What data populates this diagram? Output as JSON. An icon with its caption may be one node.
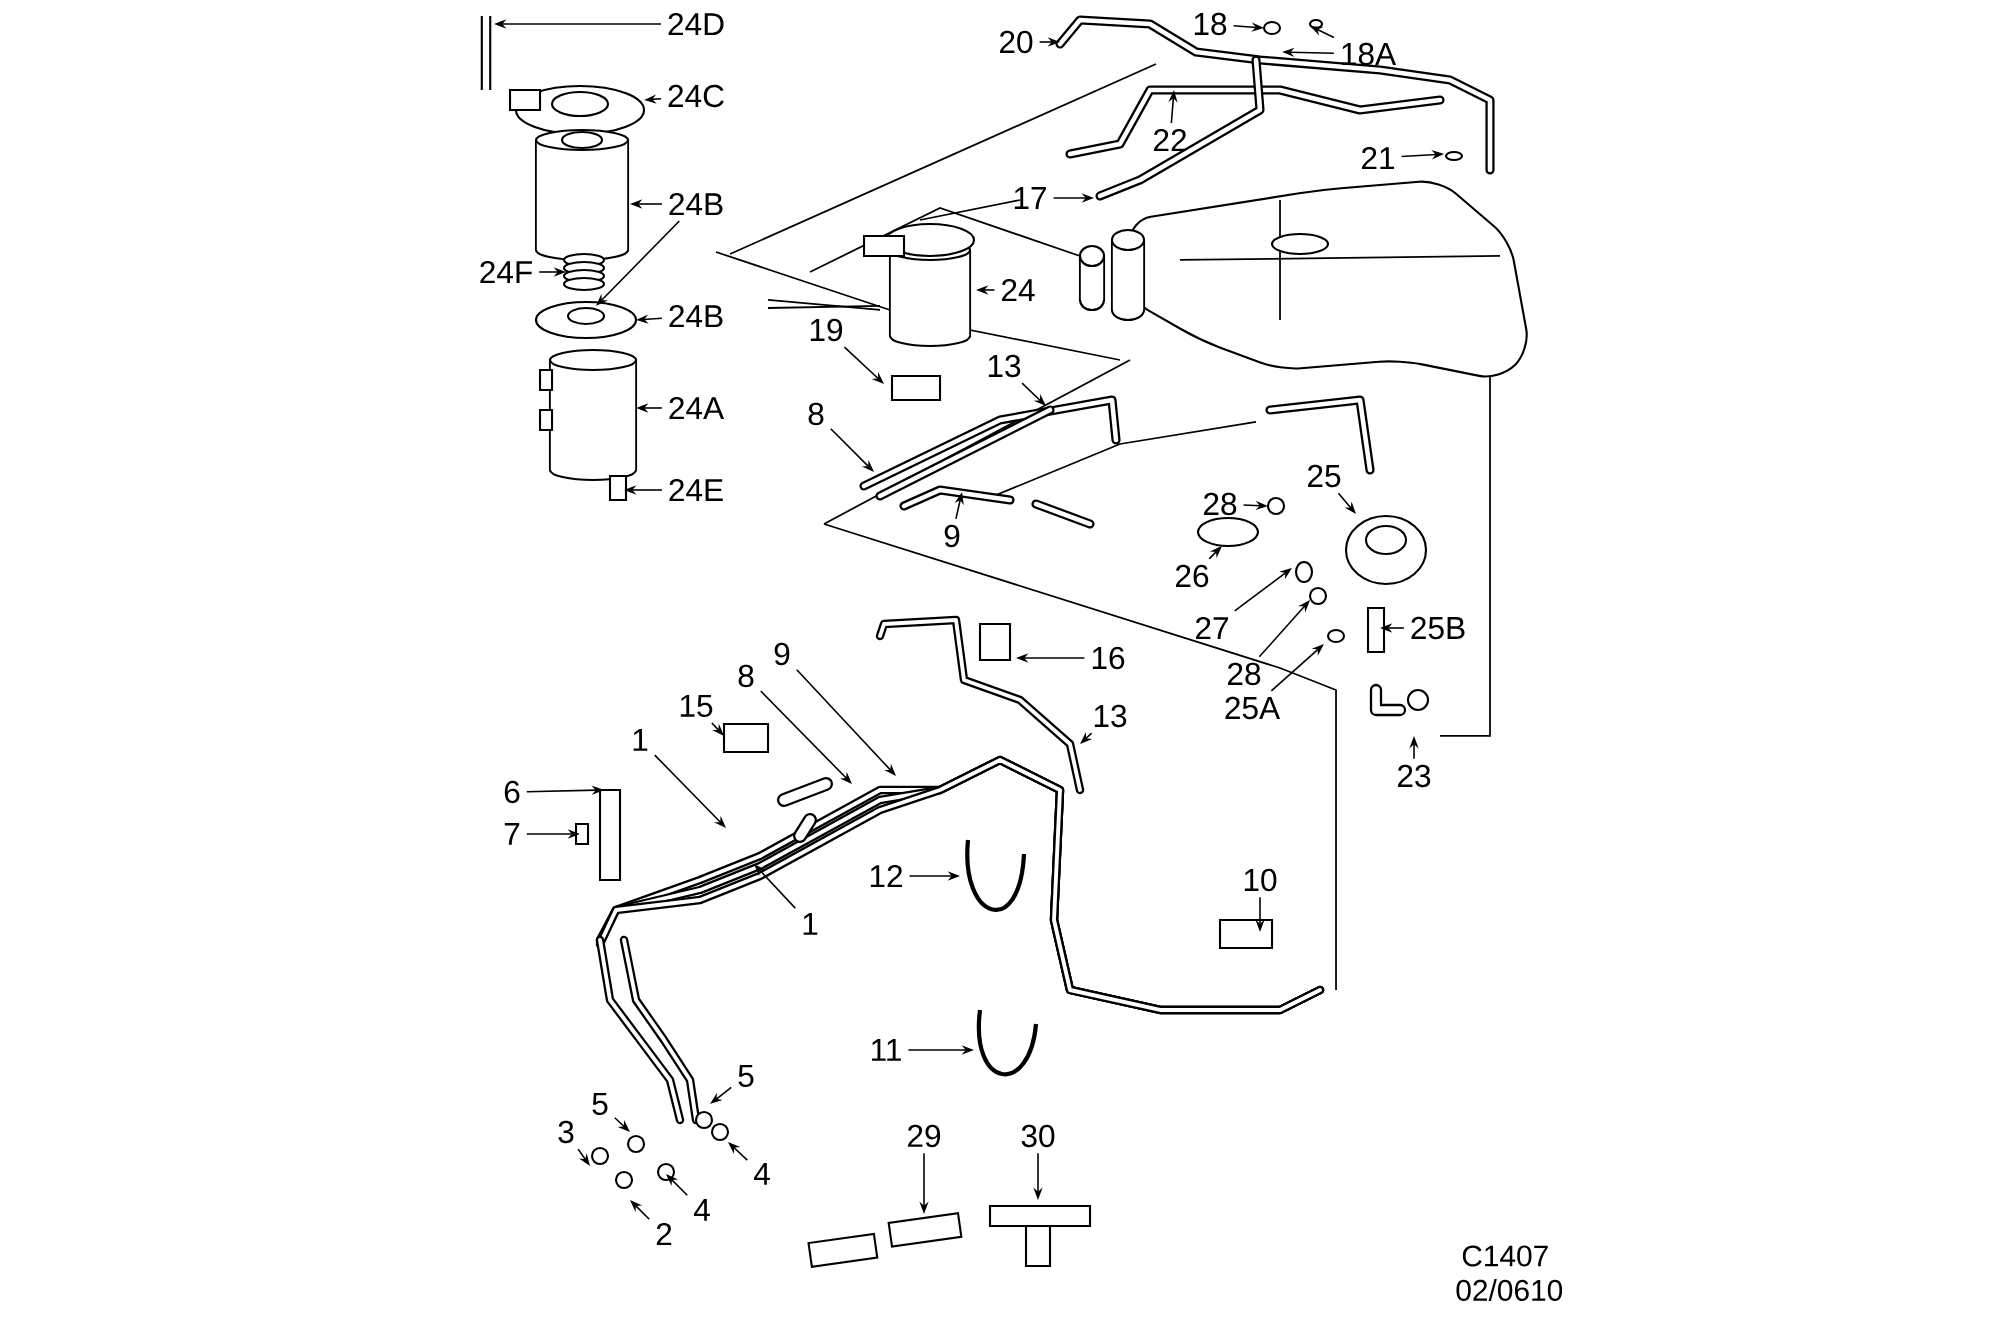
{
  "diagram": {
    "nodes": [
      {
        "text": [
          "24D"
        ]
      },
      {
        "text": [
          "18"
        ]
      },
      {
        "text": [
          "20"
        ]
      },
      {
        "text": [
          "18A"
        ]
      },
      {
        "text": [
          "24C"
        ]
      },
      {
        "text": [
          "22"
        ]
      },
      {
        "text": [
          "21"
        ]
      },
      {
        "text": [
          "17"
        ]
      },
      {
        "text": [
          "24B"
        ]
      },
      {
        "text": [
          "24F"
        ]
      },
      {
        "text": [
          "24"
        ]
      },
      {
        "text": [
          "24B"
        ]
      },
      {
        "text": [
          "19"
        ]
      },
      {
        "text": [
          "13"
        ]
      },
      {
        "text": [
          "24A"
        ]
      },
      {
        "text": [
          "8"
        ]
      },
      {
        "text": [
          "28"
        ]
      },
      {
        "text": [
          "25"
        ]
      },
      {
        "text": [
          "24E"
        ]
      },
      {
        "text": [
          "9"
        ]
      },
      {
        "text": [
          "26"
        ]
      },
      {
        "text": [
          "25B"
        ]
      },
      {
        "text": [
          "27"
        ]
      },
      {
        "text": [
          "16"
        ]
      },
      {
        "text": [
          "9"
        ]
      },
      {
        "text": [
          "28"
        ]
      },
      {
        "text": [
          "8"
        ]
      },
      {
        "text": [
          "15"
        ]
      },
      {
        "text": [
          "25A"
        ]
      },
      {
        "text": [
          "13"
        ]
      },
      {
        "text": [
          "1"
        ]
      },
      {
        "text": [
          "23"
        ]
      },
      {
        "text": [
          "6"
        ]
      },
      {
        "text": [
          "7"
        ]
      },
      {
        "text": [
          "12"
        ]
      },
      {
        "text": [
          "10"
        ]
      },
      {
        "text": [
          "1"
        ]
      },
      {
        "text": [
          "11"
        ]
      },
      {
        "text": [
          "5"
        ]
      },
      {
        "text": [
          "5"
        ]
      },
      {
        "text": [
          "3"
        ]
      },
      {
        "text": [
          "4"
        ]
      },
      {
        "text": [
          "29"
        ]
      },
      {
        "text": [
          "30"
        ]
      },
      {
        "text": [
          "4"
        ]
      },
      {
        "text": [
          "2"
        ]
      }
    ],
    "edges": [
      {
        "from": 0,
        "to": null,
        "arrow": "to"
      },
      {
        "from": 1,
        "to": null,
        "arrow": "to"
      },
      {
        "from": 2,
        "to": null,
        "arrow": "to"
      },
      {
        "from": 3,
        "to": null,
        "arrow": "to"
      },
      {
        "from": 3,
        "to": null,
        "arrow": "to"
      },
      {
        "from": 4,
        "to": null,
        "arrow": "to"
      },
      {
        "from": 5,
        "to": null,
        "arrow": "to"
      },
      {
        "from": 6,
        "to": null,
        "arrow": "to"
      },
      {
        "from": 7,
        "to": null,
        "arrow": "to"
      },
      {
        "from": 8,
        "to": null,
        "arrow": "to"
      },
      {
        "from": 8,
        "to": null,
        "arrow": "to"
      },
      {
        "from": 9,
        "to": null,
        "arrow": "to"
      },
      {
        "from": 10,
        "to": null,
        "arrow": "to"
      },
      {
        "from": 11,
        "to": null,
        "arrow": "to"
      },
      {
        "from": 12,
        "to": null,
        "arrow": "to"
      },
      {
        "from": 13,
        "to": null,
        "arrow": "to"
      },
      {
        "from": 14,
        "to": null,
        "arrow": "to"
      },
      {
        "from": 15,
        "to": null,
        "arrow": "to"
      },
      {
        "from": 16,
        "to": null,
        "arrow": "to"
      },
      {
        "from": 17,
        "to": null,
        "arrow": "to"
      },
      {
        "from": 18,
        "to": null,
        "arrow": "to"
      },
      {
        "from": 19,
        "to": null,
        "arrow": "to"
      },
      {
        "from": 20,
        "to": null,
        "arrow": "to"
      },
      {
        "from": 21,
        "to": null,
        "arrow": "to"
      },
      {
        "from": 22,
        "to": null,
        "arrow": "to"
      },
      {
        "from": 23,
        "to": null,
        "arrow": "to"
      },
      {
        "from": 24,
        "to": null,
        "arrow": "to"
      },
      {
        "from": 25,
        "to": null,
        "arrow": "to"
      },
      {
        "from": 26,
        "to": null,
        "arrow": "to"
      },
      {
        "from": 27,
        "to": null,
        "arrow": "to"
      },
      {
        "from": 28,
        "to": null,
        "arrow": "to"
      },
      {
        "from": 29,
        "to": null,
        "arrow": "to"
      },
      {
        "from": 30,
        "to": null,
        "arrow": "to"
      },
      {
        "from": 31,
        "to": null,
        "arrow": "to"
      },
      {
        "from": 32,
        "to": null,
        "arrow": "to"
      },
      {
        "from": 33,
        "to": null,
        "arrow": "to"
      },
      {
        "from": 34,
        "to": null,
        "arrow": "to"
      },
      {
        "from": 35,
        "to": null,
        "arrow": "to"
      },
      {
        "from": 36,
        "to": null,
        "arrow": "to"
      },
      {
        "from": 37,
        "to": null,
        "arrow": "to"
      },
      {
        "from": 38,
        "to": null,
        "arrow": "to"
      },
      {
        "from": 39,
        "to": null,
        "arrow": "to"
      },
      {
        "from": 40,
        "to": null,
        "arrow": "to"
      },
      {
        "from": 41,
        "to": null,
        "arrow": "to"
      },
      {
        "from": 42,
        "to": null,
        "arrow": "to"
      },
      {
        "from": 43,
        "to": null,
        "arrow": "to"
      },
      {
        "from": 44,
        "to": null,
        "arrow": "to"
      },
      {
        "from": 45,
        "to": null,
        "arrow": "to"
      }
    ],
    "labels": [
      "C1407",
      "02/0610"
    ]
  }
}
